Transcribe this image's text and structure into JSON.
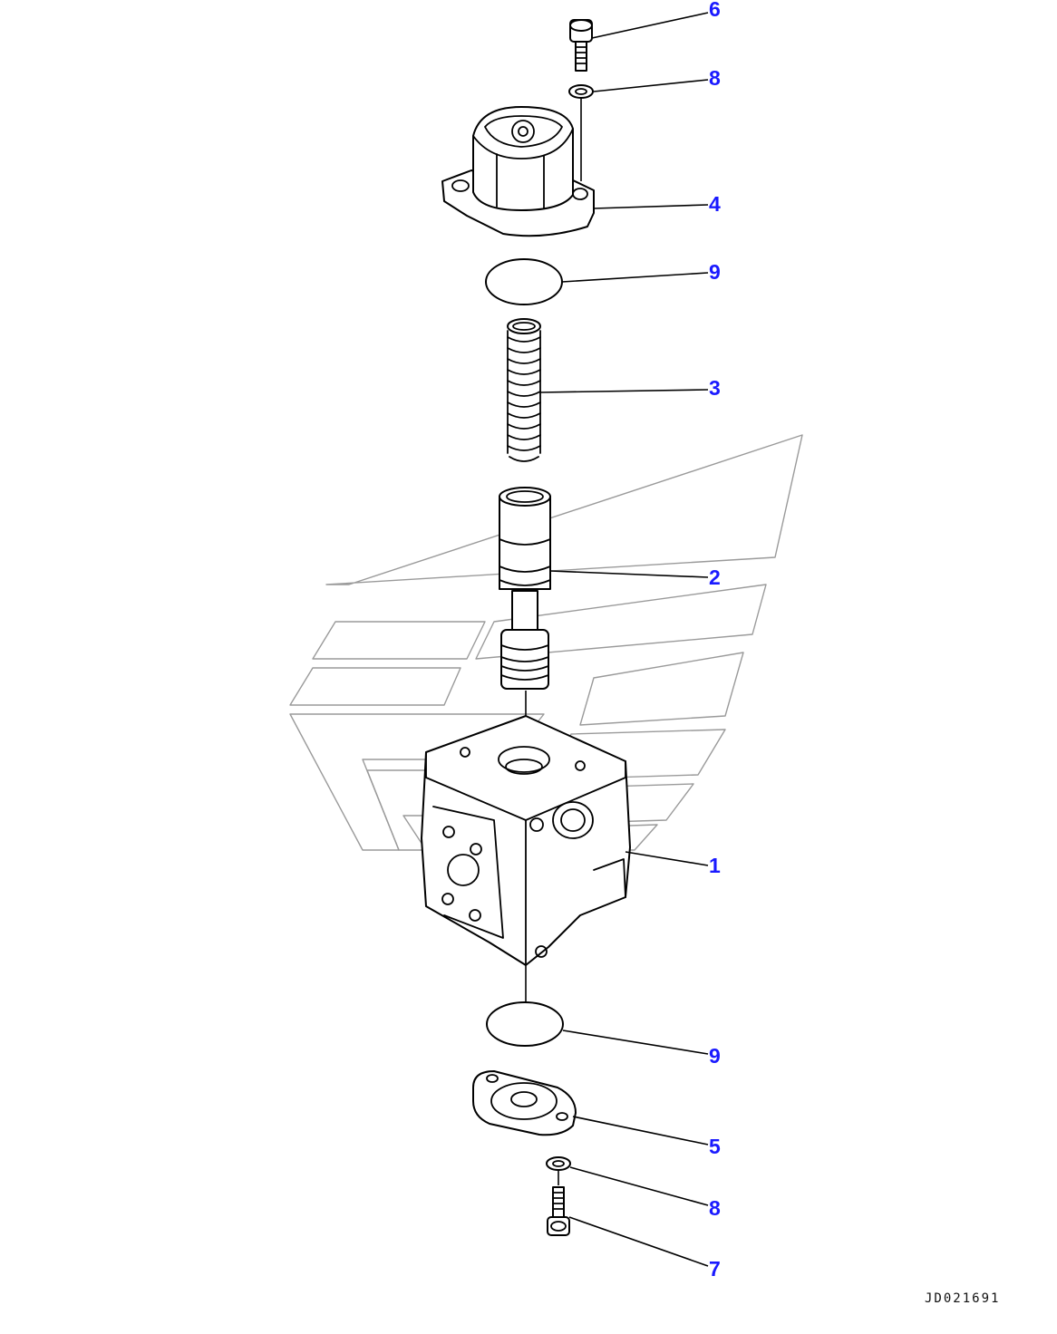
{
  "callouts": [
    {
      "id": "c6",
      "label": "6"
    },
    {
      "id": "c8a",
      "label": "8"
    },
    {
      "id": "c4",
      "label": "4"
    },
    {
      "id": "c9a",
      "label": "9"
    },
    {
      "id": "c3",
      "label": "3"
    },
    {
      "id": "c2",
      "label": "2"
    },
    {
      "id": "c1",
      "label": "1"
    },
    {
      "id": "c9b",
      "label": "9"
    },
    {
      "id": "c5",
      "label": "5"
    },
    {
      "id": "c8b",
      "label": "8"
    },
    {
      "id": "c7",
      "label": "7"
    }
  ],
  "document_id": "JD021691",
  "colors": {
    "callout": "#1a1aff",
    "line": "#000000",
    "watermark": "#9a9a9a"
  }
}
